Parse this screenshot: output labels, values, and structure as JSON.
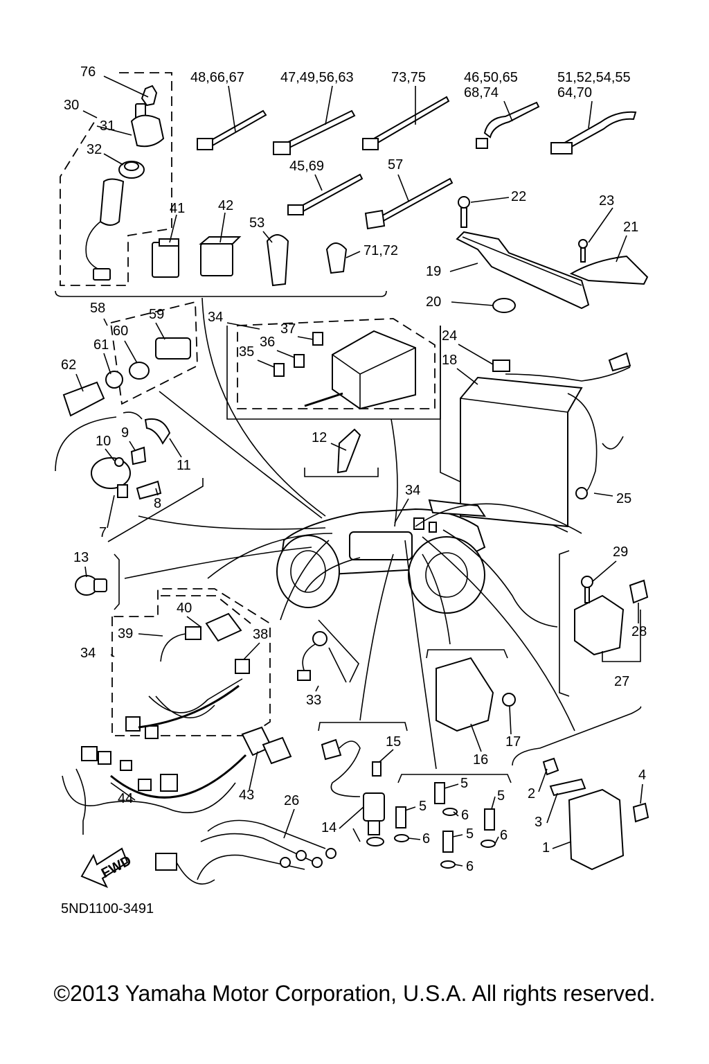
{
  "callouts": {
    "c76": "76",
    "c30": "30",
    "c31": "31",
    "c32": "32",
    "c48_66_67": "48,66,67",
    "c47_49_56_63": "47,49,56,63",
    "c73_75": "73,75",
    "c46_50_65": "46,50,65",
    "c68_74": "68,74",
    "c51_52_54_55": "51,52,54,55",
    "c64_70": "64,70",
    "c45_69": "45,69",
    "c57": "57",
    "c22": "22",
    "c23": "23",
    "c21": "21",
    "c41": "41",
    "c42": "42",
    "c53": "53",
    "c71_72": "71,72",
    "c19": "19",
    "c20": "20",
    "c58": "58",
    "c59": "59",
    "c60": "60",
    "c61": "61",
    "c62": "62",
    "c34a": "34",
    "c37": "37",
    "c36": "36",
    "c35": "35",
    "c24": "24",
    "c18": "18",
    "c10": "10",
    "c9": "9",
    "c11": "11",
    "c8": "8",
    "c7": "7",
    "c12": "12",
    "c34b": "34",
    "c25": "25",
    "c13": "13",
    "c29": "29",
    "c28": "28",
    "c27": "27",
    "c40": "40",
    "c39": "39",
    "c38": "38",
    "c34c": "34",
    "c33": "33",
    "c17": "17",
    "c16": "16",
    "c15": "15",
    "c44": "44",
    "c43": "43",
    "c26": "26",
    "c14": "14",
    "c5a": "5",
    "c5b": "5",
    "c5c": "5",
    "c5d": "5",
    "c6a": "6",
    "c6b": "6",
    "c6c": "6",
    "c6d": "6",
    "c2": "2",
    "c3": "3",
    "c4": "4",
    "c1": "1"
  },
  "fwd_label": "FWD",
  "diagram_code": "5ND1100-3491",
  "copyright": "©2013 Yamaha Motor Corporation, U.S.A. All rights reserved."
}
